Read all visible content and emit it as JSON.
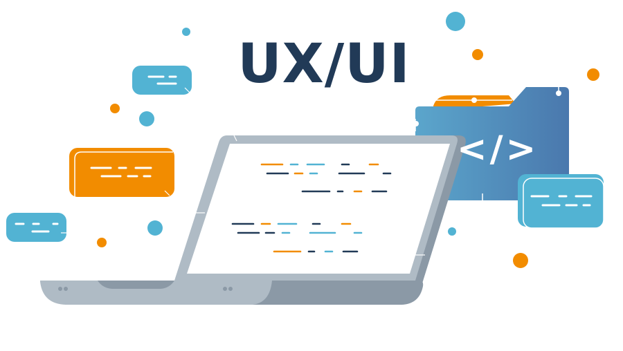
{
  "title": "UX/UI",
  "code_glyph": "</>",
  "colors": {
    "navy": "#213a57",
    "orange": "#f28c00",
    "blue": "#52b3d3",
    "folder_blue_dark": "#4a78ad",
    "folder_blue_light": "#5ba6cc",
    "laptop_light": "#afbbc5",
    "laptop_dark": "#8b99a6",
    "white": "#ffffff"
  },
  "illustration": {
    "elements": [
      "laptop",
      "code-folder",
      "chat-bubbles",
      "decorative-dots"
    ],
    "chat_bubbles": [
      {
        "color": "blue",
        "position": "top-left"
      },
      {
        "color": "orange",
        "position": "middle-left"
      },
      {
        "color": "blue",
        "position": "bottom-left"
      },
      {
        "color": "blue",
        "position": "right"
      }
    ]
  }
}
